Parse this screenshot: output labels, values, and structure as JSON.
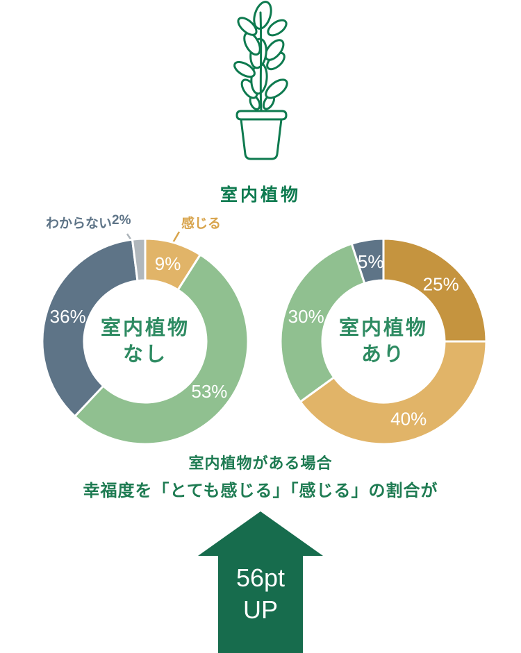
{
  "page": {
    "background": "#ffffff"
  },
  "theme": {
    "brand_green": "#0E7A4F",
    "text_green": "#1E7B52",
    "center_label_green": "#2E8B62",
    "arrow_green": "#176C4D",
    "slice_light_gold": "#E1B468",
    "slice_dark_gold": "#C5943F",
    "slice_green": "#90C090",
    "slice_slate": "#5E7487",
    "slice_gray": "#B0B7BC",
    "callout_gold": "#D8A44C",
    "callout_slate": "#5E7487"
  },
  "header": {
    "plant_icon": "potted-plant-line-art",
    "title": "室内植物"
  },
  "callouts": {
    "wakaranai_label": "わからない",
    "wakaranai_value": "2%",
    "kanjiru_label": "感じる"
  },
  "chart_data": [
    {
      "type": "pie",
      "subtype": "donut",
      "title": "室内植物なし",
      "center_label_lines": [
        "室内植物",
        "なし"
      ],
      "start_angle_deg": 0,
      "direction": "clockwise",
      "legend_position": "none",
      "slices": [
        {
          "label": "感じる",
          "value_pct": 9,
          "display": "9%",
          "color": "#E1B468",
          "pct_inside": true
        },
        {
          "label": "",
          "value_pct": 53,
          "display": "53%",
          "color": "#90C090",
          "pct_inside": true
        },
        {
          "label": "",
          "value_pct": 36,
          "display": "36%",
          "color": "#5E7487",
          "pct_inside": true
        },
        {
          "label": "わからない",
          "value_pct": 2,
          "display": "2%",
          "color": "#B0B7BC",
          "pct_inside": false
        }
      ]
    },
    {
      "type": "pie",
      "subtype": "donut",
      "title": "室内植物あり",
      "center_label_lines": [
        "室内植物",
        "あり"
      ],
      "start_angle_deg": 0,
      "direction": "clockwise",
      "legend_position": "none",
      "slices": [
        {
          "label": "",
          "value_pct": 25,
          "display": "25%",
          "color": "#C5943F",
          "pct_inside": true
        },
        {
          "label": "",
          "value_pct": 40,
          "display": "40%",
          "color": "#E1B468",
          "pct_inside": true
        },
        {
          "label": "",
          "value_pct": 30,
          "display": "30%",
          "color": "#90C090",
          "pct_inside": true
        },
        {
          "label": "",
          "value_pct": 5,
          "display": "5%",
          "color": "#5E7487",
          "pct_inside": true
        }
      ]
    }
  ],
  "caption": {
    "line1": "室内植物がある場合",
    "line2": "幸福度を「とても感じる」「感じる」の割合が"
  },
  "arrow": {
    "line1": "56pt",
    "line2": "UP",
    "color": "#176C4D"
  }
}
